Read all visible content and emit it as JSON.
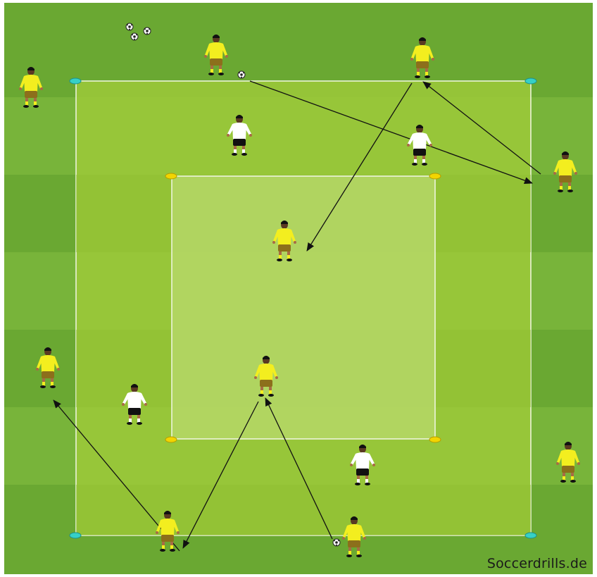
{
  "watermark": "Soccerdrills.de",
  "colors": {
    "grass_dark": "#6aa832",
    "grass_light": "#7cb93c",
    "outer_area": "#9cc93a",
    "inner_area": "#afd35b",
    "line": "#f2f7e6",
    "cone_outer": "#36d0c6",
    "cone_inner": "#f2d500",
    "team_yellow_shirt": "#f3ee1f",
    "team_yellow_shorts": "#8c6f1b",
    "team_white_shirt": "#ffffff",
    "team_white_shorts": "#111111",
    "arrow": "#111111"
  },
  "legend": {
    "teams": [
      "yellow",
      "white"
    ],
    "icons": [
      "soccer-ball-icon",
      "cone-icon",
      "pass-arrow-icon"
    ]
  }
}
